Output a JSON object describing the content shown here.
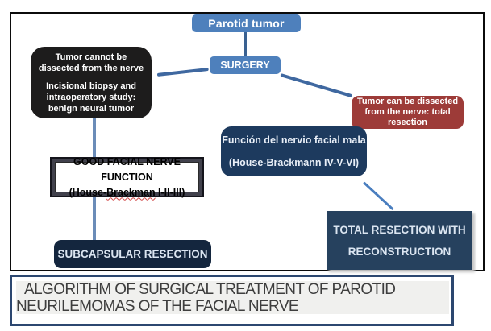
{
  "diagram": {
    "parotid_tumor_label": "Parotid tumor",
    "surgery_label": "SURGERY",
    "black_box": {
      "line1": "Tumor cannot be dissected from the nerve",
      "line2": "Incisional biopsy and intraoperatory study: benign neural tumor"
    },
    "red_box": {
      "text": "Tumor can be dissected from the nerve: total resection"
    },
    "funcion_box": {
      "line1": "Función del nervio facial mala",
      "line2": "(House-Brackmann IV-V-VI)"
    },
    "good_box": {
      "line1": "GOOD FACIAL NERVE FUNCTION",
      "line2_prefix": "(House-",
      "line2_word": "Brackman",
      "line2_suffix": " I-II-III)"
    },
    "subcapsular_label": "SUBCAPSULAR RESECTION",
    "total_box": {
      "line1": "TOTAL RESECTION WITH",
      "line2": "RECONSTRUCTION"
    }
  },
  "caption": {
    "line1": "ALGORITHM OF SURGICAL TREATMENT OF PAROTID",
    "line2": "NEURILEMOMAS OF THE FACIAL NERVE"
  },
  "colors": {
    "light_blue_box": "#4e80bc",
    "black_box": "#1d1c1c",
    "red_box": "#9d3b38",
    "funcion_navy": "#1d3a5e",
    "subcapsular_navy": "#14263e",
    "total_navy": "#26415e",
    "good_frame": "#41414c",
    "connector_dark": "#3a6191",
    "connector_medium": "#3f68a0",
    "connector_light": "#6b8cb8",
    "caption_border": "#2c4770",
    "caption_gray": "#f0f0ee",
    "frame_border": "#0b0b0b"
  }
}
